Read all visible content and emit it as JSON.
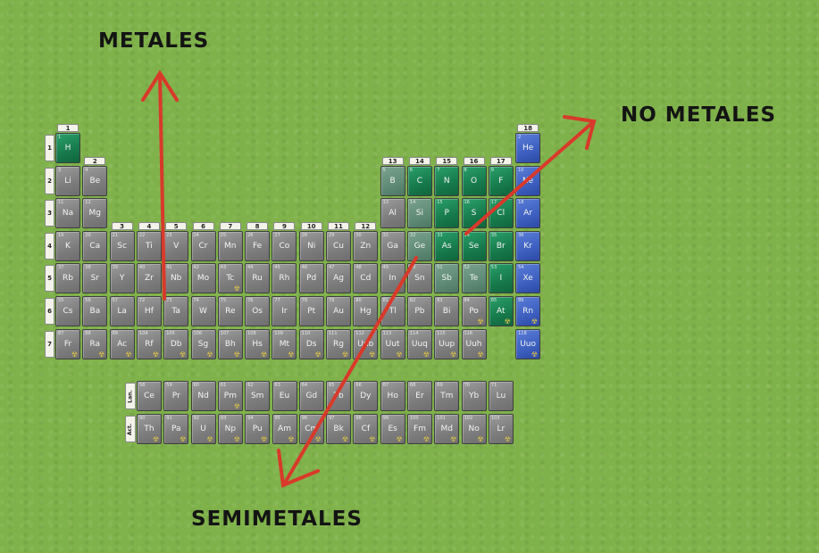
{
  "labels": {
    "metales": "METALES",
    "no_metales": "NO METALES",
    "semimetales": "SEMIMETALES"
  },
  "colors": {
    "background": "#7fb24a",
    "metal": "#8a8a8a",
    "nonmetal": "#177a4c",
    "noble_gas": "#3d5fbf",
    "arrow": "#d9392b"
  },
  "group_labels": [
    "1",
    "2",
    "3",
    "4",
    "5",
    "6",
    "7",
    "8",
    "9",
    "10",
    "11",
    "12",
    "13",
    "14",
    "15",
    "16",
    "17",
    "18"
  ],
  "period_labels": [
    "1",
    "2",
    "3",
    "4",
    "5",
    "6",
    "7"
  ],
  "series_labels": [
    "Lan.",
    "Act."
  ],
  "elements": [
    {
      "n": "1",
      "s": "H",
      "p": 1,
      "g": 1,
      "t": "nonmetal"
    },
    {
      "n": "2",
      "s": "He",
      "p": 1,
      "g": 18,
      "t": "noble"
    },
    {
      "n": "3",
      "s": "Li",
      "p": 2,
      "g": 1,
      "t": "metal"
    },
    {
      "n": "4",
      "s": "Be",
      "p": 2,
      "g": 2,
      "t": "metal"
    },
    {
      "n": "5",
      "s": "B",
      "p": 2,
      "g": 13,
      "t": "semimetal"
    },
    {
      "n": "6",
      "s": "C",
      "p": 2,
      "g": 14,
      "t": "nonmetal"
    },
    {
      "n": "7",
      "s": "N",
      "p": 2,
      "g": 15,
      "t": "nonmetal"
    },
    {
      "n": "8",
      "s": "O",
      "p": 2,
      "g": 16,
      "t": "nonmetal"
    },
    {
      "n": "9",
      "s": "F",
      "p": 2,
      "g": 17,
      "t": "nonmetal"
    },
    {
      "n": "10",
      "s": "Ne",
      "p": 2,
      "g": 18,
      "t": "noble"
    },
    {
      "n": "11",
      "s": "Na",
      "p": 3,
      "g": 1,
      "t": "metal"
    },
    {
      "n": "12",
      "s": "Mg",
      "p": 3,
      "g": 2,
      "t": "metal"
    },
    {
      "n": "13",
      "s": "Al",
      "p": 3,
      "g": 13,
      "t": "metal"
    },
    {
      "n": "14",
      "s": "Si",
      "p": 3,
      "g": 14,
      "t": "semimetal"
    },
    {
      "n": "15",
      "s": "P",
      "p": 3,
      "g": 15,
      "t": "nonmetal"
    },
    {
      "n": "16",
      "s": "S",
      "p": 3,
      "g": 16,
      "t": "nonmetal"
    },
    {
      "n": "17",
      "s": "Cl",
      "p": 3,
      "g": 17,
      "t": "nonmetal"
    },
    {
      "n": "18",
      "s": "Ar",
      "p": 3,
      "g": 18,
      "t": "noble"
    },
    {
      "n": "19",
      "s": "K",
      "p": 4,
      "g": 1,
      "t": "metal"
    },
    {
      "n": "20",
      "s": "Ca",
      "p": 4,
      "g": 2,
      "t": "metal"
    },
    {
      "n": "21",
      "s": "Sc",
      "p": 4,
      "g": 3,
      "t": "metal"
    },
    {
      "n": "22",
      "s": "Ti",
      "p": 4,
      "g": 4,
      "t": "metal"
    },
    {
      "n": "23",
      "s": "V",
      "p": 4,
      "g": 5,
      "t": "metal"
    },
    {
      "n": "24",
      "s": "Cr",
      "p": 4,
      "g": 6,
      "t": "metal"
    },
    {
      "n": "25",
      "s": "Mn",
      "p": 4,
      "g": 7,
      "t": "metal"
    },
    {
      "n": "26",
      "s": "Fe",
      "p": 4,
      "g": 8,
      "t": "metal"
    },
    {
      "n": "27",
      "s": "Co",
      "p": 4,
      "g": 9,
      "t": "metal"
    },
    {
      "n": "28",
      "s": "Ni",
      "p": 4,
      "g": 10,
      "t": "metal"
    },
    {
      "n": "29",
      "s": "Cu",
      "p": 4,
      "g": 11,
      "t": "metal"
    },
    {
      "n": "30",
      "s": "Zn",
      "p": 4,
      "g": 12,
      "t": "metal"
    },
    {
      "n": "31",
      "s": "Ga",
      "p": 4,
      "g": 13,
      "t": "metal"
    },
    {
      "n": "32",
      "s": "Ge",
      "p": 4,
      "g": 14,
      "t": "semimetal"
    },
    {
      "n": "33",
      "s": "As",
      "p": 4,
      "g": 15,
      "t": "nonmetal"
    },
    {
      "n": "34",
      "s": "Se",
      "p": 4,
      "g": 16,
      "t": "nonmetal"
    },
    {
      "n": "35",
      "s": "Br",
      "p": 4,
      "g": 17,
      "t": "nonmetal"
    },
    {
      "n": "36",
      "s": "Kr",
      "p": 4,
      "g": 18,
      "t": "noble"
    },
    {
      "n": "37",
      "s": "Rb",
      "p": 5,
      "g": 1,
      "t": "metal"
    },
    {
      "n": "38",
      "s": "Sr",
      "p": 5,
      "g": 2,
      "t": "metal"
    },
    {
      "n": "39",
      "s": "Y",
      "p": 5,
      "g": 3,
      "t": "metal"
    },
    {
      "n": "40",
      "s": "Zr",
      "p": 5,
      "g": 4,
      "t": "metal"
    },
    {
      "n": "41",
      "s": "Nb",
      "p": 5,
      "g": 5,
      "t": "metal"
    },
    {
      "n": "42",
      "s": "Mo",
      "p": 5,
      "g": 6,
      "t": "metal"
    },
    {
      "n": "43",
      "s": "Tc",
      "p": 5,
      "g": 7,
      "t": "metal",
      "r": 1
    },
    {
      "n": "44",
      "s": "Ru",
      "p": 5,
      "g": 8,
      "t": "metal"
    },
    {
      "n": "45",
      "s": "Rh",
      "p": 5,
      "g": 9,
      "t": "metal"
    },
    {
      "n": "46",
      "s": "Pd",
      "p": 5,
      "g": 10,
      "t": "metal"
    },
    {
      "n": "47",
      "s": "Ag",
      "p": 5,
      "g": 11,
      "t": "metal"
    },
    {
      "n": "48",
      "s": "Cd",
      "p": 5,
      "g": 12,
      "t": "metal"
    },
    {
      "n": "49",
      "s": "In",
      "p": 5,
      "g": 13,
      "t": "metal"
    },
    {
      "n": "50",
      "s": "Sn",
      "p": 5,
      "g": 14,
      "t": "metal"
    },
    {
      "n": "51",
      "s": "Sb",
      "p": 5,
      "g": 15,
      "t": "semimetal"
    },
    {
      "n": "52",
      "s": "Te",
      "p": 5,
      "g": 16,
      "t": "semimetal"
    },
    {
      "n": "53",
      "s": "I",
      "p": 5,
      "g": 17,
      "t": "nonmetal"
    },
    {
      "n": "54",
      "s": "Xe",
      "p": 5,
      "g": 18,
      "t": "noble"
    },
    {
      "n": "55",
      "s": "Cs",
      "p": 6,
      "g": 1,
      "t": "metal"
    },
    {
      "n": "56",
      "s": "Ba",
      "p": 6,
      "g": 2,
      "t": "metal"
    },
    {
      "n": "57",
      "s": "La",
      "p": 6,
      "g": 3,
      "t": "metal"
    },
    {
      "n": "72",
      "s": "Hf",
      "p": 6,
      "g": 4,
      "t": "metal"
    },
    {
      "n": "73",
      "s": "Ta",
      "p": 6,
      "g": 5,
      "t": "metal"
    },
    {
      "n": "74",
      "s": "W",
      "p": 6,
      "g": 6,
      "t": "metal"
    },
    {
      "n": "75",
      "s": "Re",
      "p": 6,
      "g": 7,
      "t": "metal"
    },
    {
      "n": "76",
      "s": "Os",
      "p": 6,
      "g": 8,
      "t": "metal"
    },
    {
      "n": "77",
      "s": "Ir",
      "p": 6,
      "g": 9,
      "t": "metal"
    },
    {
      "n": "78",
      "s": "Pt",
      "p": 6,
      "g": 10,
      "t": "metal"
    },
    {
      "n": "79",
      "s": "Au",
      "p": 6,
      "g": 11,
      "t": "metal"
    },
    {
      "n": "80",
      "s": "Hg",
      "p": 6,
      "g": 12,
      "t": "metal"
    },
    {
      "n": "81",
      "s": "Tl",
      "p": 6,
      "g": 13,
      "t": "metal"
    },
    {
      "n": "82",
      "s": "Pb",
      "p": 6,
      "g": 14,
      "t": "metal"
    },
    {
      "n": "83",
      "s": "Bi",
      "p": 6,
      "g": 15,
      "t": "metal"
    },
    {
      "n": "84",
      "s": "Po",
      "p": 6,
      "g": 16,
      "t": "metal",
      "r": 1
    },
    {
      "n": "85",
      "s": "At",
      "p": 6,
      "g": 17,
      "t": "nonmetal",
      "r": 1
    },
    {
      "n": "86",
      "s": "Rn",
      "p": 6,
      "g": 18,
      "t": "noble",
      "r": 1
    },
    {
      "n": "87",
      "s": "Fr",
      "p": 7,
      "g": 1,
      "t": "metal",
      "r": 1
    },
    {
      "n": "88",
      "s": "Ra",
      "p": 7,
      "g": 2,
      "t": "metal",
      "r": 1
    },
    {
      "n": "89",
      "s": "Ac",
      "p": 7,
      "g": 3,
      "t": "metal",
      "r": 1
    },
    {
      "n": "104",
      "s": "Rf",
      "p": 7,
      "g": 4,
      "t": "metal",
      "r": 1
    },
    {
      "n": "105",
      "s": "Db",
      "p": 7,
      "g": 5,
      "t": "metal",
      "r": 1
    },
    {
      "n": "106",
      "s": "Sg",
      "p": 7,
      "g": 6,
      "t": "metal",
      "r": 1
    },
    {
      "n": "107",
      "s": "Bh",
      "p": 7,
      "g": 7,
      "t": "metal",
      "r": 1
    },
    {
      "n": "108",
      "s": "Hs",
      "p": 7,
      "g": 8,
      "t": "metal",
      "r": 1
    },
    {
      "n": "109",
      "s": "Mt",
      "p": 7,
      "g": 9,
      "t": "metal",
      "r": 1
    },
    {
      "n": "110",
      "s": "Ds",
      "p": 7,
      "g": 10,
      "t": "metal",
      "r": 1
    },
    {
      "n": "111",
      "s": "Rg",
      "p": 7,
      "g": 11,
      "t": "metal",
      "r": 1
    },
    {
      "n": "112",
      "s": "Uub",
      "p": 7,
      "g": 12,
      "t": "metal",
      "r": 1
    },
    {
      "n": "113",
      "s": "Uut",
      "p": 7,
      "g": 13,
      "t": "metal",
      "r": 1
    },
    {
      "n": "114",
      "s": "Uuq",
      "p": 7,
      "g": 14,
      "t": "metal",
      "r": 1
    },
    {
      "n": "115",
      "s": "Uup",
      "p": 7,
      "g": 15,
      "t": "metal",
      "r": 1
    },
    {
      "n": "116",
      "s": "Uuh",
      "p": 7,
      "g": 16,
      "t": "metal",
      "r": 1
    },
    {
      "n": "118",
      "s": "Uuo",
      "p": 7,
      "g": 18,
      "t": "noble",
      "r": 1
    }
  ],
  "lanthanides": [
    {
      "n": "58",
      "s": "Ce"
    },
    {
      "n": "59",
      "s": "Pr"
    },
    {
      "n": "60",
      "s": "Nd"
    },
    {
      "n": "61",
      "s": "Pm",
      "r": 1
    },
    {
      "n": "62",
      "s": "Sm"
    },
    {
      "n": "63",
      "s": "Eu"
    },
    {
      "n": "64",
      "s": "Gd"
    },
    {
      "n": "65",
      "s": "Tb"
    },
    {
      "n": "66",
      "s": "Dy"
    },
    {
      "n": "67",
      "s": "Ho"
    },
    {
      "n": "68",
      "s": "Er"
    },
    {
      "n": "69",
      "s": "Tm"
    },
    {
      "n": "70",
      "s": "Yb"
    },
    {
      "n": "71",
      "s": "Lu"
    }
  ],
  "actinides": [
    {
      "n": "90",
      "s": "Th",
      "r": 1
    },
    {
      "n": "91",
      "s": "Pa",
      "r": 1
    },
    {
      "n": "92",
      "s": "U",
      "r": 1
    },
    {
      "n": "93",
      "s": "Np",
      "r": 1
    },
    {
      "n": "94",
      "s": "Pu",
      "r": 1
    },
    {
      "n": "95",
      "s": "Am",
      "r": 1
    },
    {
      "n": "96",
      "s": "Cm",
      "r": 1
    },
    {
      "n": "97",
      "s": "Bk",
      "r": 1
    },
    {
      "n": "98",
      "s": "Cf",
      "r": 1
    },
    {
      "n": "99",
      "s": "Es",
      "r": 1
    },
    {
      "n": "100",
      "s": "Fm",
      "r": 1
    },
    {
      "n": "101",
      "s": "Md",
      "r": 1
    },
    {
      "n": "102",
      "s": "No",
      "r": 1
    },
    {
      "n": "103",
      "s": "Lr",
      "r": 1
    }
  ]
}
